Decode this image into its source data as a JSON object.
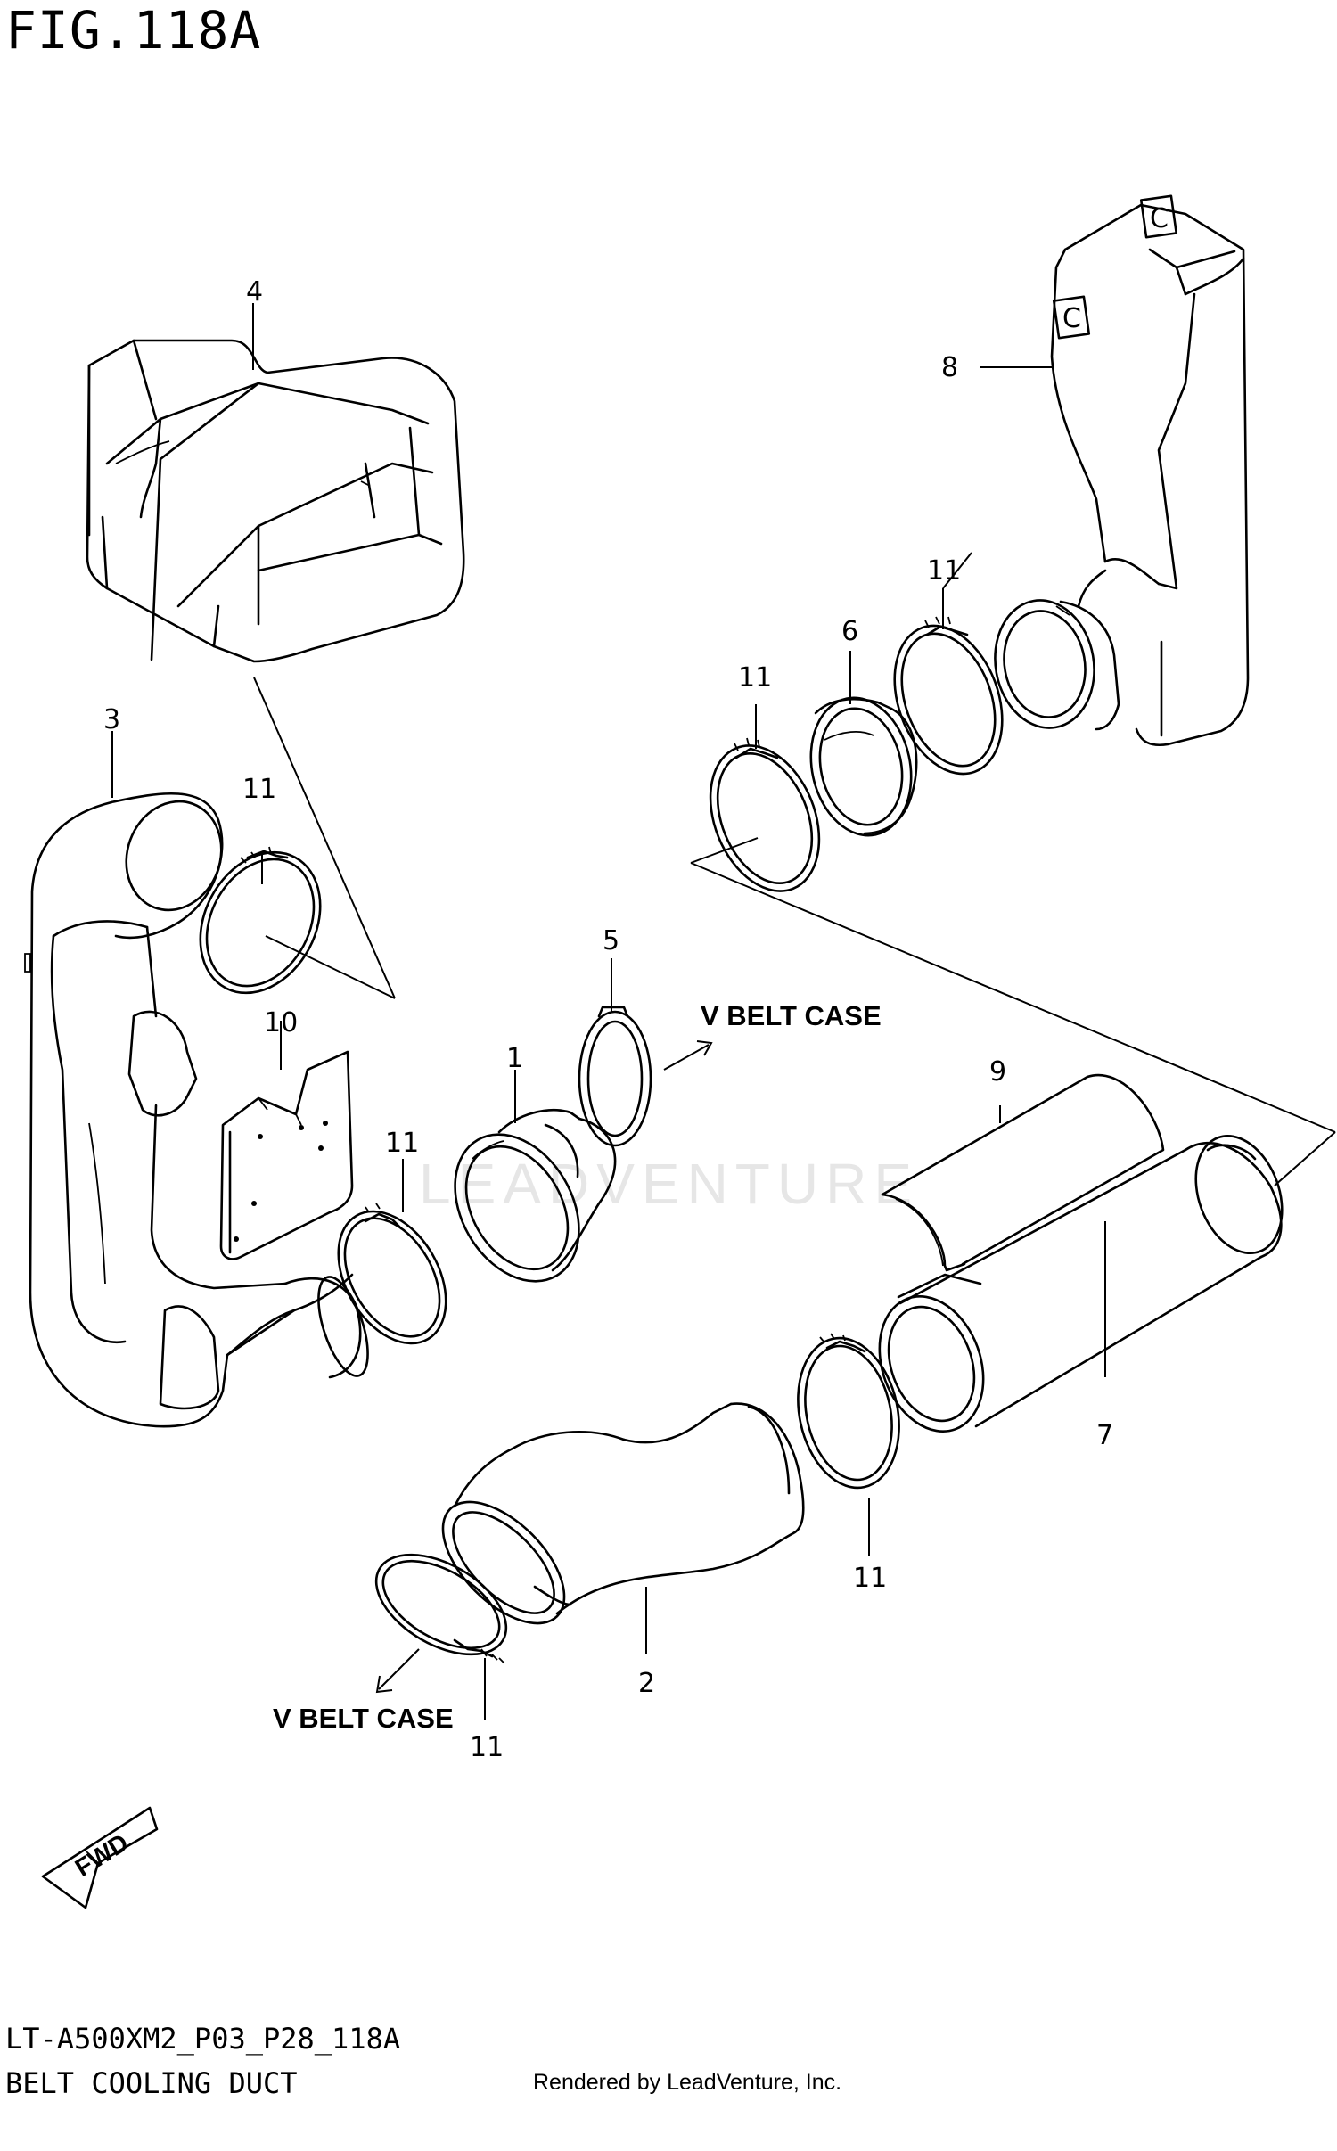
{
  "figure": {
    "title": "FIG.118A",
    "model_code": "LT-A500XM2_P03_P28_118A",
    "description": "BELT COOLING DUCT",
    "rendered_by": "Rendered by LeadVenture, Inc.",
    "watermark": "LEADVENTURE"
  },
  "callouts": {
    "p1": "1",
    "p2": "2",
    "p3": "3",
    "p4": "4",
    "p5": "5",
    "p6": "6",
    "p7": "7",
    "p8": "8",
    "p9": "9",
    "p10": "10",
    "p11a": "11",
    "p11b": "11",
    "p11c": "11",
    "p11d": "11",
    "p11e": "11",
    "p11f": "11"
  },
  "destinations": {
    "upper": "V BELT CASE",
    "lower": "V BELT CASE"
  },
  "marks": {
    "connector_c_1": "C",
    "connector_c_2": "C",
    "fwd": "FWD"
  }
}
